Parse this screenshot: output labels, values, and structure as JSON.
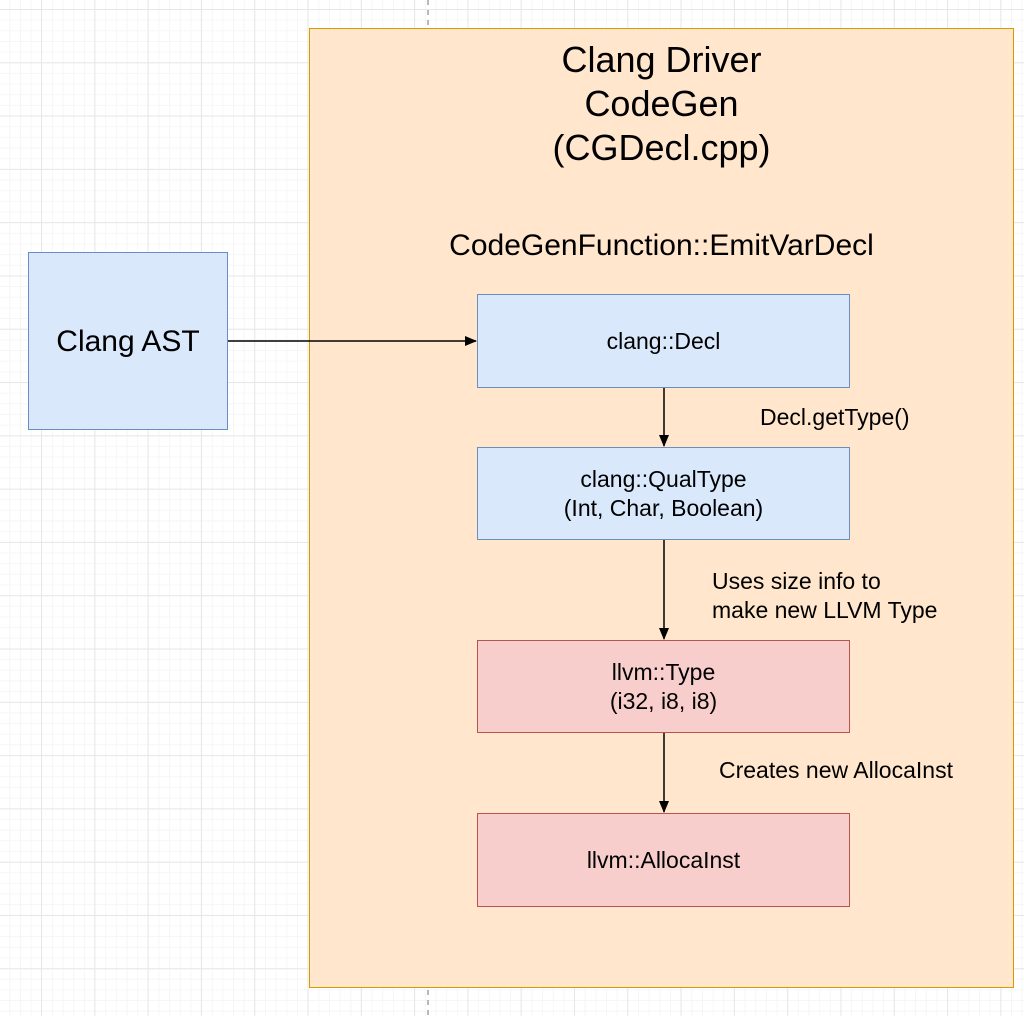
{
  "diagram": {
    "container": {
      "title": "Clang Driver\nCodeGen\n(CGDecl.cpp)",
      "subtitle": "CodeGenFunction::EmitVarDecl",
      "fill": "#ffe6cc",
      "stroke": "#d79b00"
    },
    "nodes": [
      {
        "id": "clang-ast",
        "label": "Clang AST",
        "fill": "#dae8fc",
        "stroke": "#6c8ebf"
      },
      {
        "id": "clang-decl",
        "label": "clang::Decl",
        "fill": "#dae8fc",
        "stroke": "#6c8ebf"
      },
      {
        "id": "clang-qualtype",
        "label": "clang::QualType\n(Int, Char, Boolean)",
        "fill": "#dae8fc",
        "stroke": "#6c8ebf"
      },
      {
        "id": "llvm-type",
        "label": "llvm::Type\n(i32, i8, i8)",
        "fill": "#f8cecc",
        "stroke": "#b85450"
      },
      {
        "id": "llvm-allocainst",
        "label": "llvm::AllocaInst",
        "fill": "#f8cecc",
        "stroke": "#b85450"
      }
    ],
    "edges": [
      {
        "from": "clang-ast",
        "to": "clang-decl",
        "label": ""
      },
      {
        "from": "clang-decl",
        "to": "clang-qualtype",
        "label": "Decl.getType()"
      },
      {
        "from": "clang-qualtype",
        "to": "llvm-type",
        "label": "Uses size info to\nmake new LLVM Type"
      },
      {
        "from": "llvm-type",
        "to": "llvm-allocainst",
        "label": "Creates new AllocaInst"
      }
    ],
    "arrow_color": "#000000"
  }
}
